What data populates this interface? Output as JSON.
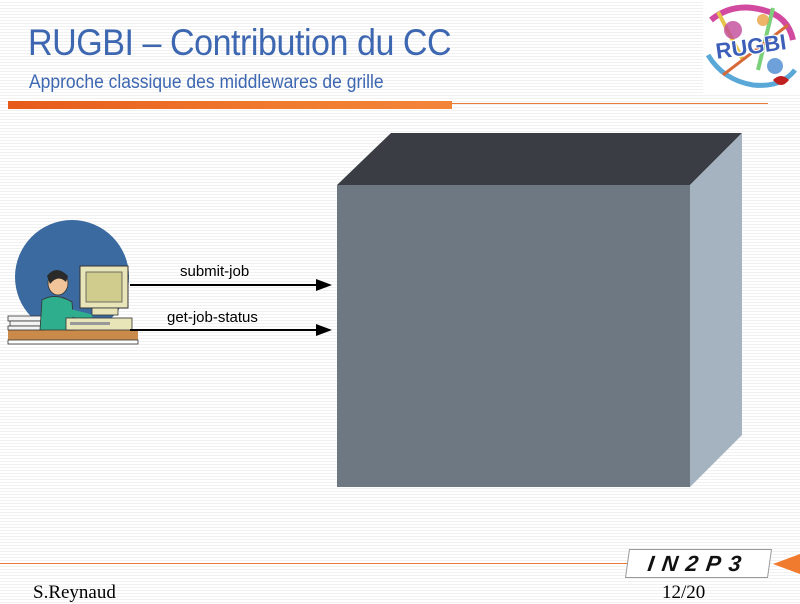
{
  "slide": {
    "title": "RUGBI – Contribution du CC",
    "subtitle": "Approche classique des middlewares de grille"
  },
  "logos": {
    "rugbi": "RUGBI",
    "in2p3": "IN2P3"
  },
  "diagram": {
    "arrows": [
      {
        "label": "submit-job"
      },
      {
        "label": "get-job-status"
      }
    ],
    "colors": {
      "cube_front": "#6e7882",
      "cube_top": "#3a3e44",
      "cube_side": "#a5b2c0",
      "user_circle": "#3a6aa0"
    },
    "icons": [
      "user-at-computer-icon",
      "grid-black-box-cube"
    ]
  },
  "footer": {
    "author": "S.Reynaud",
    "page": "12/20"
  }
}
